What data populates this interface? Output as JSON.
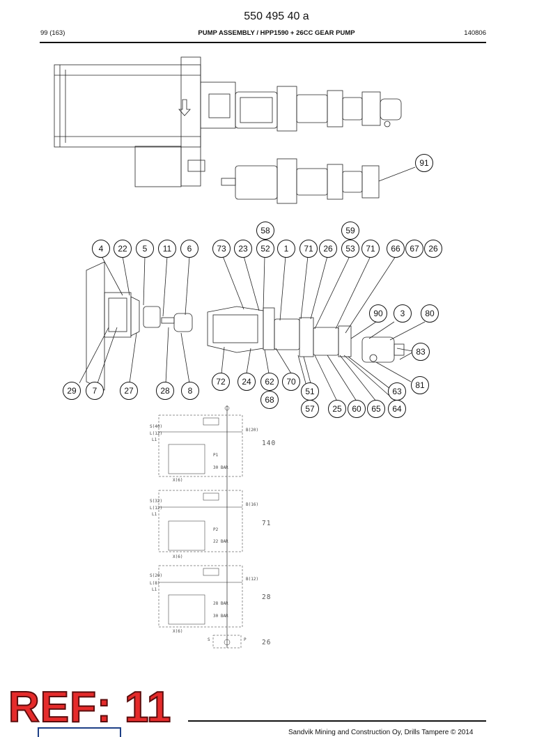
{
  "header": {
    "document_number": "550 495 40 a",
    "page": "99 (163)",
    "title": "PUMP ASSEMBLY / HPP1590 + 26CC GEAR PUMP",
    "date_code": "140806"
  },
  "callouts": {
    "c91": "91",
    "c58": "58",
    "c59": "59",
    "c4": "4",
    "c22": "22",
    "c5": "5",
    "c11": "11",
    "c6": "6",
    "c73": "73",
    "c23": "23",
    "c52": "52",
    "c1": "1",
    "c71a": "71",
    "c26a": "26",
    "c53": "53",
    "c71b": "71",
    "c66": "66",
    "c67": "67",
    "c26b": "26",
    "c90": "90",
    "c3": "3",
    "c80": "80",
    "c83": "83",
    "c81": "81",
    "c63": "63",
    "c29": "29",
    "c7": "7",
    "c27": "27",
    "c28": "28",
    "c8": "8",
    "c72": "72",
    "c24": "24",
    "c62": "62",
    "c70": "70",
    "c51": "51",
    "c68": "68",
    "c57": "57",
    "c25": "25",
    "c60": "60",
    "c65": "65",
    "c64": "64"
  },
  "schematic": {
    "stages": [
      {
        "size": "140",
        "suction": "S(40)",
        "drain1": "L(12)",
        "drain2": "L1",
        "pressure": "B(20)",
        "setting1": "P1",
        "setting2": "30 BAR",
        "control": "X(6)"
      },
      {
        "size": "71",
        "suction": "S(32)",
        "drain1": "L(12)",
        "drain2": "L1",
        "pressure": "B(16)",
        "setting1": "P2",
        "setting2": "22 BAR",
        "control": "X(6)"
      },
      {
        "size": "28",
        "suction": "S(20)",
        "drain1": "L(8)",
        "drain2": "L1",
        "pressure": "B(12)",
        "setting1": "28 BAR",
        "setting2": "30 BAR",
        "control": "X(6)"
      },
      {
        "size": "26",
        "suction": "S",
        "pressure": "P"
      }
    ]
  },
  "stamp": {
    "text": "REF: 11"
  },
  "footer": {
    "copyright": "Sandvik Mining and Construction Oy, Drills Tampere © 2014"
  }
}
